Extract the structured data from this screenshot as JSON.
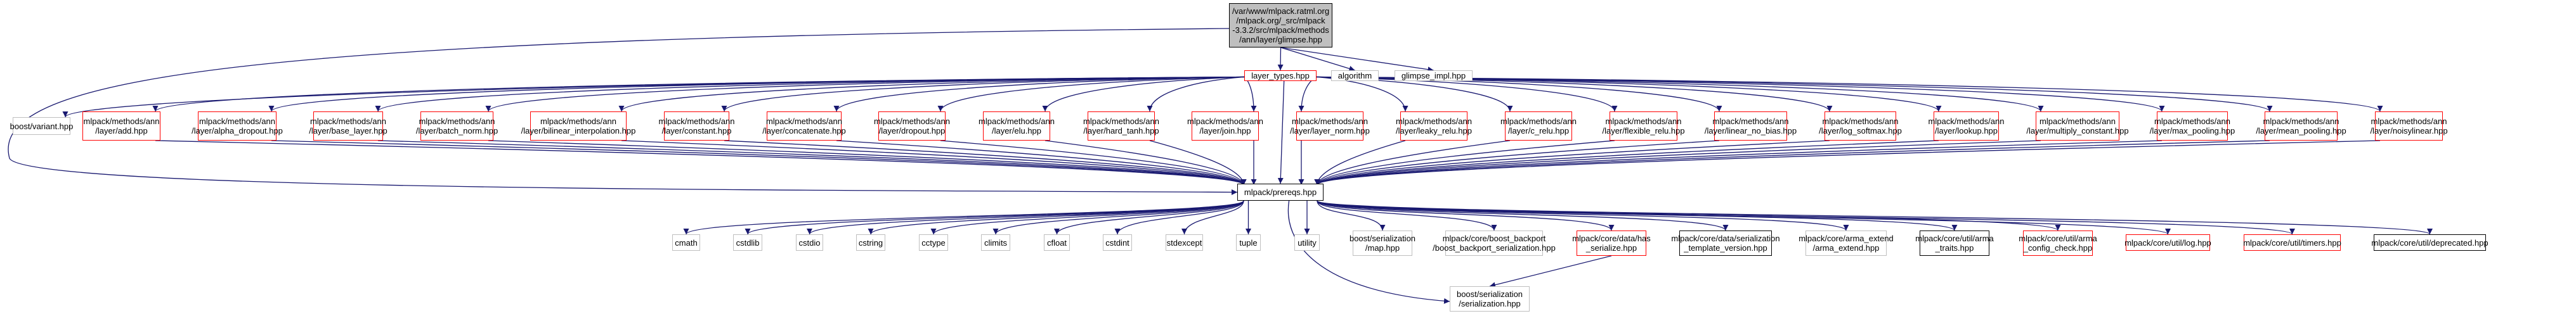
{
  "diagram": {
    "type": "include-dependency-graph",
    "root": {
      "id": "root",
      "lines": [
        "/var/www/mlpack.ratml.org",
        "/mlpack.org/_src/mlpack",
        "-3.3.2/src/mlpack/methods",
        "/ann/layer/glimpse.hpp"
      ],
      "style": "root"
    },
    "nodes": [
      {
        "id": "layer_types",
        "lines": [
          "layer_types.hpp"
        ],
        "style": "red"
      },
      {
        "id": "algorithm",
        "lines": [
          "algorithm"
        ],
        "style": "gray"
      },
      {
        "id": "glimpse_impl",
        "lines": [
          "glimpse_impl.hpp"
        ],
        "style": "gray"
      },
      {
        "id": "boost_variant",
        "lines": [
          "boost/variant.hpp"
        ],
        "style": "gray"
      },
      {
        "id": "add",
        "lines": [
          "mlpack/methods/ann",
          "/layer/add.hpp"
        ],
        "style": "red"
      },
      {
        "id": "alpha_dropout",
        "lines": [
          "mlpack/methods/ann",
          "/layer/alpha_dropout.hpp"
        ],
        "style": "red"
      },
      {
        "id": "base_layer",
        "lines": [
          "mlpack/methods/ann",
          "/layer/base_layer.hpp"
        ],
        "style": "red"
      },
      {
        "id": "batch_norm",
        "lines": [
          "mlpack/methods/ann",
          "/layer/batch_norm.hpp"
        ],
        "style": "red"
      },
      {
        "id": "bilinear_interpolation",
        "lines": [
          "mlpack/methods/ann",
          "/layer/bilinear_interpolation.hpp"
        ],
        "style": "red"
      },
      {
        "id": "constant",
        "lines": [
          "mlpack/methods/ann",
          "/layer/constant.hpp"
        ],
        "style": "red"
      },
      {
        "id": "concatenate",
        "lines": [
          "mlpack/methods/ann",
          "/layer/concatenate.hpp"
        ],
        "style": "red"
      },
      {
        "id": "dropout",
        "lines": [
          "mlpack/methods/ann",
          "/layer/dropout.hpp"
        ],
        "style": "red"
      },
      {
        "id": "elu",
        "lines": [
          "mlpack/methods/ann",
          "/layer/elu.hpp"
        ],
        "style": "red"
      },
      {
        "id": "hard_tanh",
        "lines": [
          "mlpack/methods/ann",
          "/layer/hard_tanh.hpp"
        ],
        "style": "red"
      },
      {
        "id": "join",
        "lines": [
          "mlpack/methods/ann",
          "/layer/join.hpp"
        ],
        "style": "red"
      },
      {
        "id": "layer_norm",
        "lines": [
          "mlpack/methods/ann",
          "/layer/layer_norm.hpp"
        ],
        "style": "red"
      },
      {
        "id": "leaky_relu",
        "lines": [
          "mlpack/methods/ann",
          "/layer/leaky_relu.hpp"
        ],
        "style": "red"
      },
      {
        "id": "c_relu",
        "lines": [
          "mlpack/methods/ann",
          "/layer/c_relu.hpp"
        ],
        "style": "red"
      },
      {
        "id": "flexible_relu",
        "lines": [
          "mlpack/methods/ann",
          "/layer/flexible_relu.hpp"
        ],
        "style": "red"
      },
      {
        "id": "linear_no_bias",
        "lines": [
          "mlpack/methods/ann",
          "/layer/linear_no_bias.hpp"
        ],
        "style": "red"
      },
      {
        "id": "log_softmax",
        "lines": [
          "mlpack/methods/ann",
          "/layer/log_softmax.hpp"
        ],
        "style": "red"
      },
      {
        "id": "lookup",
        "lines": [
          "mlpack/methods/ann",
          "/layer/lookup.hpp"
        ],
        "style": "red"
      },
      {
        "id": "multiply_constant",
        "lines": [
          "mlpack/methods/ann",
          "/layer/multiply_constant.hpp"
        ],
        "style": "red"
      },
      {
        "id": "max_pooling",
        "lines": [
          "mlpack/methods/ann",
          "/layer/max_pooling.hpp"
        ],
        "style": "red"
      },
      {
        "id": "mean_pooling",
        "lines": [
          "mlpack/methods/ann",
          "/layer/mean_pooling.hpp"
        ],
        "style": "red"
      },
      {
        "id": "noisylinear",
        "lines": [
          "mlpack/methods/ann",
          "/layer/noisylinear.hpp"
        ],
        "style": "red"
      },
      {
        "id": "prereqs",
        "lines": [
          "mlpack/prereqs.hpp"
        ],
        "style": "black"
      },
      {
        "id": "cmath",
        "lines": [
          "cmath"
        ],
        "style": "gray"
      },
      {
        "id": "cstdlib",
        "lines": [
          "cstdlib"
        ],
        "style": "gray"
      },
      {
        "id": "cstdio",
        "lines": [
          "cstdio"
        ],
        "style": "gray"
      },
      {
        "id": "cstring",
        "lines": [
          "cstring"
        ],
        "style": "gray"
      },
      {
        "id": "cctype",
        "lines": [
          "cctype"
        ],
        "style": "gray"
      },
      {
        "id": "climits",
        "lines": [
          "climits"
        ],
        "style": "gray"
      },
      {
        "id": "cfloat",
        "lines": [
          "cfloat"
        ],
        "style": "gray"
      },
      {
        "id": "cstdint",
        "lines": [
          "cstdint"
        ],
        "style": "gray"
      },
      {
        "id": "stdexcept",
        "lines": [
          "stdexcept"
        ],
        "style": "gray"
      },
      {
        "id": "tuple",
        "lines": [
          "tuple"
        ],
        "style": "gray"
      },
      {
        "id": "utility",
        "lines": [
          "utility"
        ],
        "style": "gray"
      },
      {
        "id": "boost_map",
        "lines": [
          "boost/serialization",
          "/map.hpp"
        ],
        "style": "gray"
      },
      {
        "id": "boost_backport",
        "lines": [
          "mlpack/core/boost_backport",
          "/boost_backport_serialization.hpp"
        ],
        "style": "gray"
      },
      {
        "id": "has_serialize",
        "lines": [
          "mlpack/core/data/has",
          "_serialize.hpp"
        ],
        "style": "red"
      },
      {
        "id": "serialization_template_version",
        "lines": [
          "mlpack/core/data/serialization",
          "_template_version.hpp"
        ],
        "style": "black"
      },
      {
        "id": "arma_extend",
        "lines": [
          "mlpack/core/arma_extend",
          "/arma_extend.hpp"
        ],
        "style": "gray"
      },
      {
        "id": "arma_traits",
        "lines": [
          "mlpack/core/util/arma",
          "_traits.hpp"
        ],
        "style": "black"
      },
      {
        "id": "arma_config_check",
        "lines": [
          "mlpack/core/util/arma",
          "_config_check.hpp"
        ],
        "style": "red"
      },
      {
        "id": "log",
        "lines": [
          "mlpack/core/util/log.hpp"
        ],
        "style": "red"
      },
      {
        "id": "timers",
        "lines": [
          "mlpack/core/util/timers.hpp"
        ],
        "style": "red"
      },
      {
        "id": "deprecated",
        "lines": [
          "mlpack/core/util/deprecated.hpp"
        ],
        "style": "black"
      },
      {
        "id": "boost_serialization",
        "lines": [
          "boost/serialization",
          "/serialization.hpp"
        ],
        "style": "gray"
      }
    ],
    "edges": [
      [
        "root",
        "layer_types"
      ],
      [
        "root",
        "algorithm"
      ],
      [
        "root",
        "glimpse_impl"
      ],
      [
        "root",
        "prereqs"
      ],
      [
        "layer_types",
        "boost_variant"
      ],
      [
        "layer_types",
        "add"
      ],
      [
        "layer_types",
        "alpha_dropout"
      ],
      [
        "layer_types",
        "base_layer"
      ],
      [
        "layer_types",
        "batch_norm"
      ],
      [
        "layer_types",
        "bilinear_interpolation"
      ],
      [
        "layer_types",
        "constant"
      ],
      [
        "layer_types",
        "concatenate"
      ],
      [
        "layer_types",
        "dropout"
      ],
      [
        "layer_types",
        "elu"
      ],
      [
        "layer_types",
        "hard_tanh"
      ],
      [
        "layer_types",
        "join"
      ],
      [
        "layer_types",
        "layer_norm"
      ],
      [
        "layer_types",
        "leaky_relu"
      ],
      [
        "layer_types",
        "c_relu"
      ],
      [
        "layer_types",
        "flexible_relu"
      ],
      [
        "layer_types",
        "linear_no_bias"
      ],
      [
        "layer_types",
        "log_softmax"
      ],
      [
        "layer_types",
        "lookup"
      ],
      [
        "layer_types",
        "multiply_constant"
      ],
      [
        "layer_types",
        "max_pooling"
      ],
      [
        "layer_types",
        "mean_pooling"
      ],
      [
        "layer_types",
        "noisylinear"
      ],
      [
        "layer_types",
        "prereqs"
      ],
      [
        "add",
        "prereqs"
      ],
      [
        "alpha_dropout",
        "prereqs"
      ],
      [
        "base_layer",
        "prereqs"
      ],
      [
        "batch_norm",
        "prereqs"
      ],
      [
        "bilinear_interpolation",
        "prereqs"
      ],
      [
        "constant",
        "prereqs"
      ],
      [
        "concatenate",
        "prereqs"
      ],
      [
        "dropout",
        "prereqs"
      ],
      [
        "elu",
        "prereqs"
      ],
      [
        "hard_tanh",
        "prereqs"
      ],
      [
        "join",
        "prereqs"
      ],
      [
        "layer_norm",
        "prereqs"
      ],
      [
        "leaky_relu",
        "prereqs"
      ],
      [
        "c_relu",
        "prereqs"
      ],
      [
        "flexible_relu",
        "prereqs"
      ],
      [
        "linear_no_bias",
        "prereqs"
      ],
      [
        "log_softmax",
        "prereqs"
      ],
      [
        "lookup",
        "prereqs"
      ],
      [
        "multiply_constant",
        "prereqs"
      ],
      [
        "max_pooling",
        "prereqs"
      ],
      [
        "mean_pooling",
        "prereqs"
      ],
      [
        "noisylinear",
        "prereqs"
      ],
      [
        "prereqs",
        "cmath"
      ],
      [
        "prereqs",
        "cstdlib"
      ],
      [
        "prereqs",
        "cstdio"
      ],
      [
        "prereqs",
        "cstring"
      ],
      [
        "prereqs",
        "cctype"
      ],
      [
        "prereqs",
        "climits"
      ],
      [
        "prereqs",
        "cfloat"
      ],
      [
        "prereqs",
        "cstdint"
      ],
      [
        "prereqs",
        "stdexcept"
      ],
      [
        "prereqs",
        "tuple"
      ],
      [
        "prereqs",
        "utility"
      ],
      [
        "prereqs",
        "boost_map"
      ],
      [
        "prereqs",
        "boost_backport"
      ],
      [
        "prereqs",
        "has_serialize"
      ],
      [
        "prereqs",
        "serialization_template_version"
      ],
      [
        "prereqs",
        "arma_extend"
      ],
      [
        "prereqs",
        "arma_traits"
      ],
      [
        "prereqs",
        "arma_config_check"
      ],
      [
        "prereqs",
        "log"
      ],
      [
        "prereqs",
        "timers"
      ],
      [
        "prereqs",
        "deprecated"
      ],
      [
        "prereqs",
        "boost_serialization"
      ],
      [
        "has_serialize",
        "boost_serialization"
      ]
    ],
    "colors": {
      "edge": "#191970",
      "root_fill": "#bfbfbf",
      "red_border": "#ff0000",
      "gray_border": "#bfbfbf",
      "black_border": "#000000"
    }
  }
}
